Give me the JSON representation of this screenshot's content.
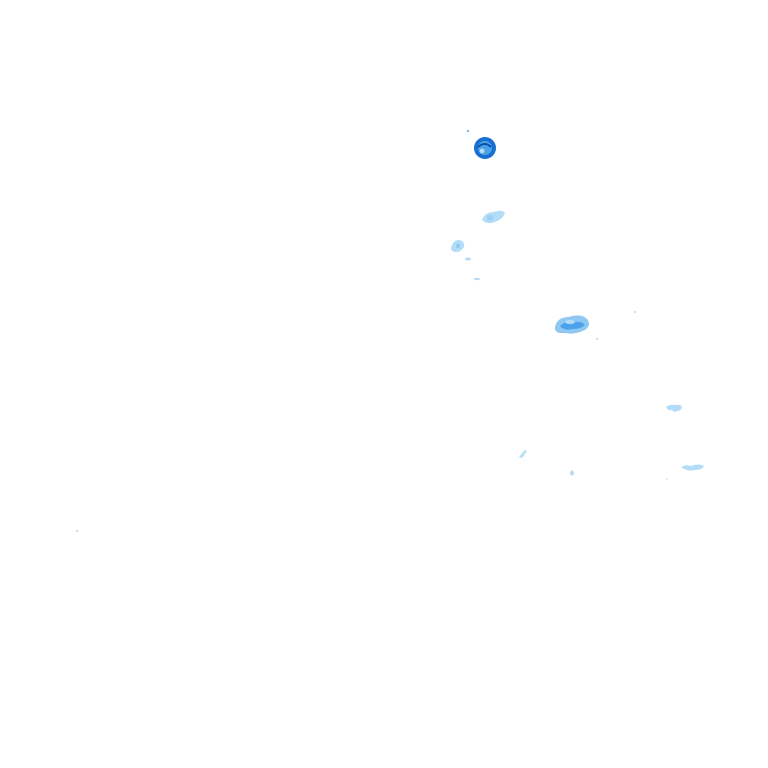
{
  "map": {
    "type": "radar-precipitation-overlay",
    "background_color": "#ffffff",
    "intensity_colors": {
      "light": "#b3dcf7",
      "moderate": "#4aa3e8",
      "heavy": "#1a6fd1",
      "core": "#0b4fae"
    },
    "cells": [
      {
        "intensity": "heavy"
      },
      {
        "intensity": "light"
      },
      {
        "intensity": "light"
      },
      {
        "intensity": "light"
      },
      {
        "intensity": "light"
      },
      {
        "intensity": "moderate"
      },
      {
        "intensity": "light"
      },
      {
        "intensity": "light"
      },
      {
        "intensity": "light"
      },
      {
        "intensity": "light"
      },
      {
        "intensity": "light"
      },
      {
        "intensity": "light"
      },
      {
        "intensity": "light"
      }
    ]
  }
}
